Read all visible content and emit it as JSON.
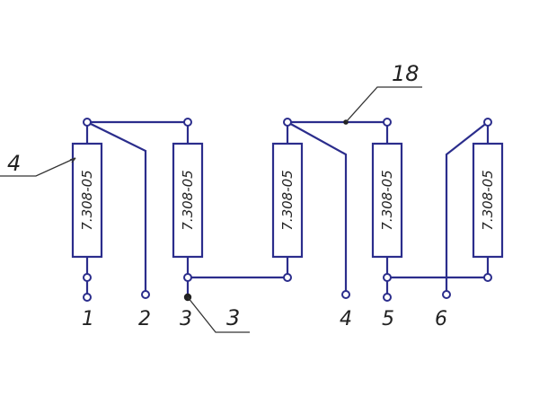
{
  "resistors": [
    {
      "id": "R1",
      "label": "7.308-05"
    },
    {
      "id": "R2",
      "label": "7.308-05"
    },
    {
      "id": "R3",
      "label": "7.308-05"
    },
    {
      "id": "R4",
      "label": "7.308-05"
    },
    {
      "id": "R5",
      "label": "7.308-05"
    }
  ],
  "terminals": [
    "1",
    "2",
    "3",
    "4",
    "5",
    "6"
  ],
  "callouts": {
    "resistor_ref": "4",
    "wire_ref": "18",
    "junction_ref": "3"
  },
  "colors": {
    "wire": "#2b2d8c",
    "text": "#222222"
  }
}
